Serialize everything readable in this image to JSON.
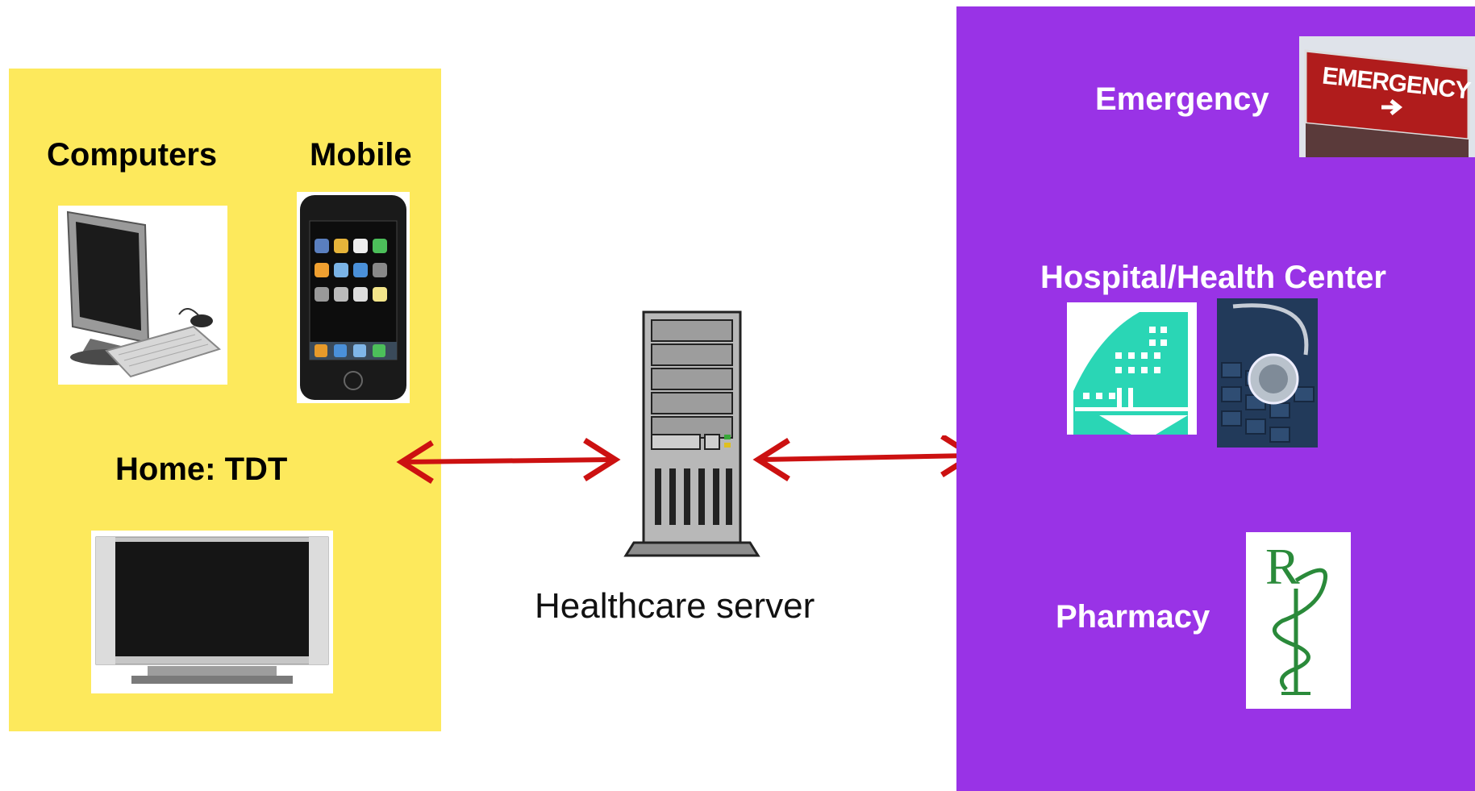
{
  "left_panel": {
    "computers_label": "Computers",
    "mobile_label": "Mobile",
    "home_label": "Home: TDT"
  },
  "center": {
    "server_label": "Healthcare server"
  },
  "right_panel": {
    "emergency_label": "Emergency",
    "emergency_sign_text": "EMERGENCY",
    "hospital_label": "Hospital/Health Center",
    "pharmacy_label": "Pharmacy",
    "pharmacy_symbol_text": "R"
  },
  "colors": {
    "left_panel_bg": "#fde95c",
    "right_panel_bg": "#9933e6",
    "arrow": "#cc1111",
    "hospital_icon": "#2ad6b5",
    "emergency_sign": "#b01c1c",
    "pharmacy_symbol": "#2a8a3a"
  },
  "icons": [
    "desktop-computer-icon",
    "smartphone-icon",
    "flat-tv-icon",
    "server-tower-icon",
    "emergency-sign-icon",
    "hospital-building-icon",
    "stethoscope-keyboard-icon",
    "rx-caduceus-icon",
    "bidirectional-arrow-icon"
  ]
}
